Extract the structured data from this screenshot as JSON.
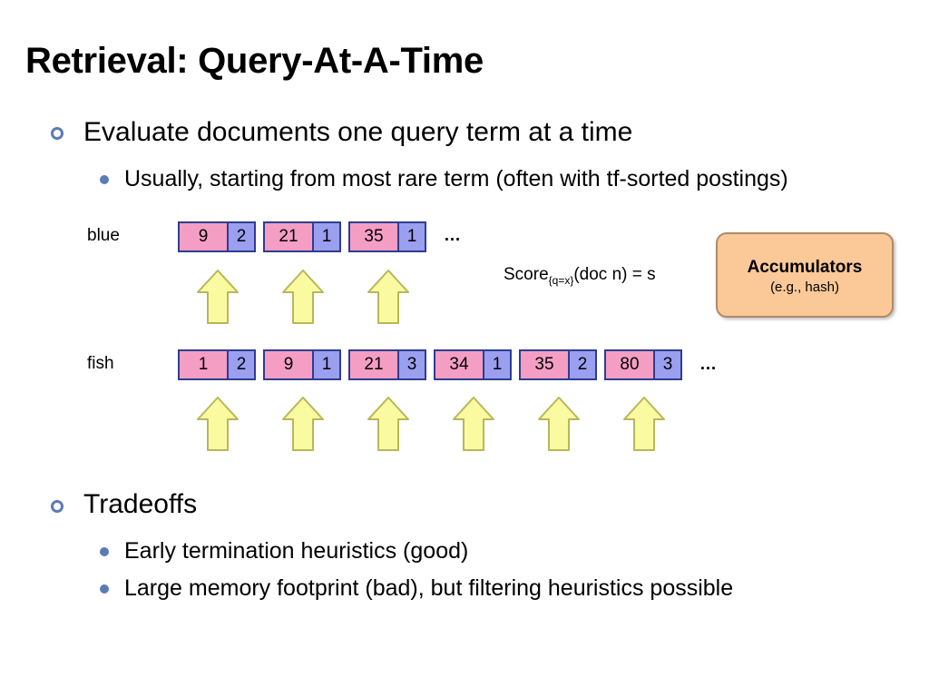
{
  "slide": {
    "title": "Retrieval: Query-At-A-Time",
    "bullet1": {
      "text": "Evaluate documents one query term at a time",
      "sub": [
        "Usually, starting from most rare term (often with tf-sorted postings)"
      ]
    },
    "bullet2": {
      "text": "Tradeoffs",
      "sub": [
        "Early termination heuristics (good)",
        "Large memory footprint (bad), but filtering heuristics possible"
      ]
    }
  },
  "diagram": {
    "blue": {
      "label": "blue",
      "postings": [
        {
          "doc": "9",
          "tf": "2"
        },
        {
          "doc": "21",
          "tf": "1"
        },
        {
          "doc": "35",
          "tf": "1"
        }
      ],
      "ellipsis": "…"
    },
    "fish": {
      "label": "fish",
      "postings": [
        {
          "doc": "1",
          "tf": "2"
        },
        {
          "doc": "9",
          "tf": "1"
        },
        {
          "doc": "21",
          "tf": "3"
        },
        {
          "doc": "34",
          "tf": "1"
        },
        {
          "doc": "35",
          "tf": "2"
        },
        {
          "doc": "80",
          "tf": "3"
        }
      ],
      "ellipsis": "…"
    },
    "score": {
      "prefix": "Score",
      "subscript": "{q=x}",
      "suffix": "(doc n) = s"
    },
    "accumulators": {
      "title": "Accumulators",
      "subtitle": "(e.g., hash)"
    },
    "colors": {
      "doc_cell": "#f59ec4",
      "tf_cell": "#9a9ff0",
      "border": "#2e3d8f",
      "arrow_fill": "#fafaa0",
      "arrow_stroke": "#b7b75a",
      "accumulator_fill": "#fbc897"
    }
  }
}
